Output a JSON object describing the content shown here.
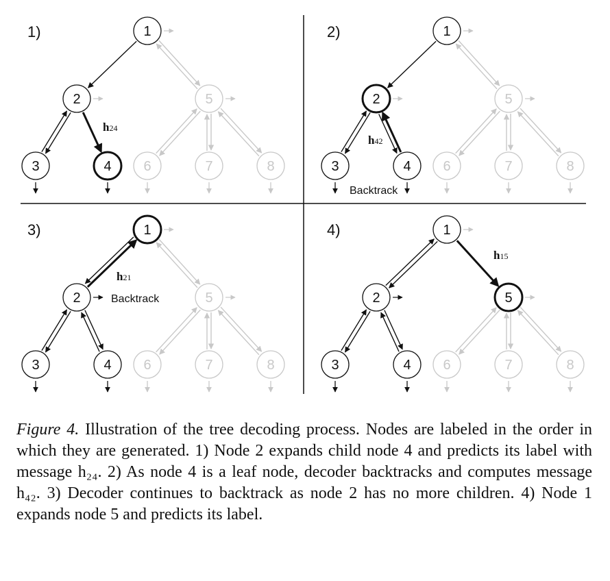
{
  "panels": [
    {
      "label": "1)",
      "annotation": ""
    },
    {
      "label": "2)",
      "annotation": "Backtrack"
    },
    {
      "label": "3)",
      "annotation": "Backtrack"
    },
    {
      "label": "4)",
      "annotation": ""
    }
  ],
  "node_labels": [
    "1",
    "2",
    "3",
    "4",
    "5",
    "6",
    "7",
    "8"
  ],
  "messages": {
    "h24": {
      "main": "h",
      "sub": "24"
    },
    "h42": {
      "main": "h",
      "sub": "42"
    },
    "h21": {
      "main": "h",
      "sub": "21"
    },
    "h15": {
      "main": "h",
      "sub": "15"
    }
  },
  "colors": {
    "active": "#111111",
    "inactive": "#c8c8c8"
  },
  "caption": {
    "fig_label": "Figure 4.",
    "text": " Illustration of the tree decoding process. Nodes are labeled in the order in which they are generated. 1) Node 2 expands child node 4 and predicts its label with message h₂₄. 2) As node 4 is a leaf node, decoder backtracks and computes message h₄₂. 3) Decoder continues to backtrack as node 2 has no more children. 4) Node 1 expands node 5 and predicts its label."
  }
}
